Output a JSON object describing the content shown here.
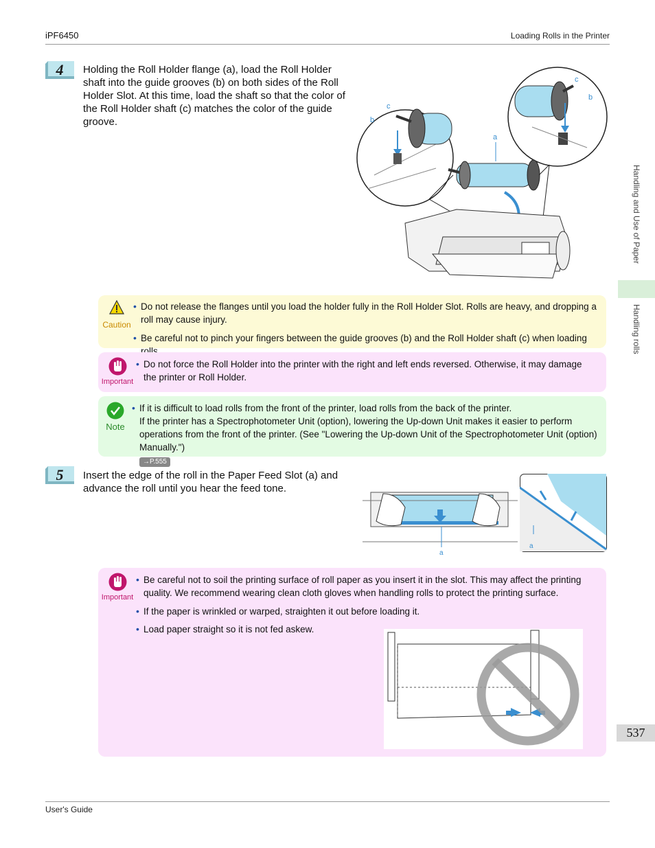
{
  "header": {
    "model": "iPF6450",
    "section": "Loading Rolls in the Printer"
  },
  "footer": {
    "guide": "User's Guide"
  },
  "side": {
    "chapter": "Handling and Use of Paper",
    "topic": "Handling rolls"
  },
  "page_number": "537",
  "steps": [
    {
      "number": "4",
      "text": "Holding the Roll Holder flange (a), load the Roll Holder shaft into the guide grooves (b) on both sides of the Roll Holder Slot. At this time, load the shaft so that the color of the Roll Holder shaft (c) matches the color of the guide groove."
    },
    {
      "number": "5",
      "text": "Insert the edge of the roll in the Paper Feed Slot (a) and advance the roll until you hear the feed tone."
    }
  ],
  "figure_labels": {
    "a": "a",
    "b": "b",
    "c": "c"
  },
  "caution": {
    "label": "Caution",
    "items": [
      "Do not release the flanges until you load the holder fully in the Roll Holder Slot. Rolls are heavy, and dropping a roll may cause injury.",
      "Be careful not to pinch your fingers between the guide grooves (b) and the Roll Holder shaft (c) when loading rolls."
    ]
  },
  "important1": {
    "label": "Important",
    "items": [
      "Do not force the Roll Holder into the printer with the right and left ends reversed. Otherwise, it may damage the printer or Roll Holder."
    ]
  },
  "note": {
    "label": "Note",
    "line1": "If it is difficult to load rolls from the front of the printer, load rolls from the back of the printer.",
    "line2": "If the printer has a Spectrophotometer Unit (option), lowering the Up-down Unit makes it easier to perform operations from the front of the printer.  (See \"Lowering the Up-down Unit of the Spectrophotometer Unit (option) Manually.\")",
    "ref": "→P.555"
  },
  "important2": {
    "label": "Important",
    "items": [
      "Be careful not to soil the printing surface of roll paper as you insert it in the slot. This may affect the printing quality. We recommend wearing clean cloth gloves when handling rolls to protect the printing surface.",
      "If the paper is wrinkled or warped, straighten it out before loading it.",
      "Load paper straight so it is not fed askew."
    ]
  },
  "colors": {
    "caution_bg": "#fdfad6",
    "important_bg": "#fbe3fb",
    "note_bg": "#e3fbe3",
    "bullet": "#1e4fa8",
    "roll_blue": "#a9ddf0",
    "step_badge": "#bfe6ee"
  },
  "icons": [
    "caution-triangle-icon",
    "important-hand-icon",
    "note-check-icon",
    "prohibited-icon"
  ]
}
